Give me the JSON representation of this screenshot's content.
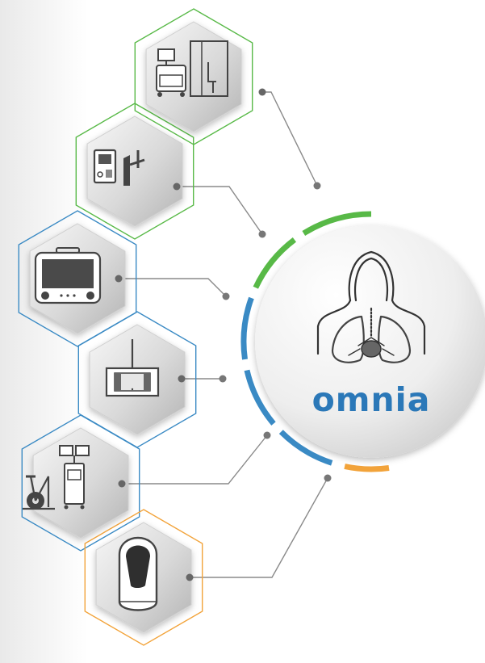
{
  "brand": {
    "name": "omnia",
    "text_color": "#2b78b8"
  },
  "colors": {
    "green": "#58b947",
    "blue": "#3a8ac4",
    "orange": "#f2a33a",
    "connector": "#8a8a8a",
    "icon_stroke": "#444444"
  },
  "modules": [
    {
      "id": "anesthesia-workstation",
      "icon": "anesthesia-cart-icon",
      "group": "green"
    },
    {
      "id": "ventilator-panel",
      "icon": "ventilator-control-icon",
      "group": "green"
    },
    {
      "id": "patient-monitor",
      "icon": "patient-monitor-icon",
      "group": "blue"
    },
    {
      "id": "wall-terminal",
      "icon": "wall-terminal-icon",
      "group": "blue"
    },
    {
      "id": "exercise-test-cart",
      "icon": "ergometer-cart-icon",
      "group": "blue"
    },
    {
      "id": "body-plethysmograph",
      "icon": "capsule-device-icon",
      "group": "orange"
    }
  ],
  "hub": {
    "icon": "lungs-icon",
    "arc_segments": [
      "green",
      "green",
      "blue",
      "blue",
      "blue",
      "orange"
    ]
  }
}
